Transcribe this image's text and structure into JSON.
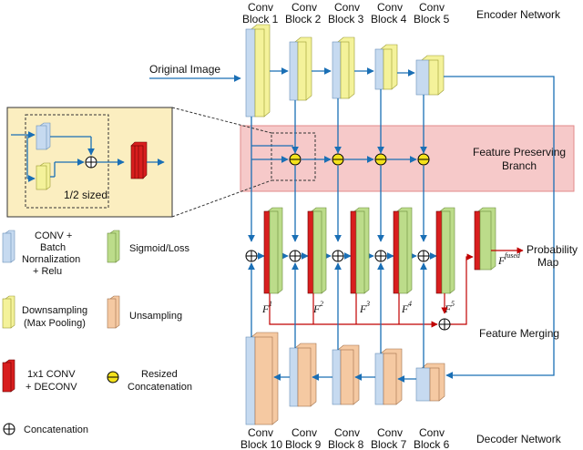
{
  "encoder": {
    "title": "Encoder Network",
    "blocks": [
      {
        "line1": "Conv",
        "line2": "Block 1"
      },
      {
        "line1": "Conv",
        "line2": "Block 2"
      },
      {
        "line1": "Conv",
        "line2": "Block 3"
      },
      {
        "line1": "Conv",
        "line2": "Block 4"
      },
      {
        "line1": "Conv",
        "line2": "Block 5"
      }
    ]
  },
  "decoder": {
    "title": "Decoder Network",
    "blocks": [
      {
        "line1": "Conv",
        "line2": "Block 10"
      },
      {
        "line1": "Conv",
        "line2": "Block 9"
      },
      {
        "line1": "Conv",
        "line2": "Block 8"
      },
      {
        "line1": "Conv",
        "line2": "Block 7"
      },
      {
        "line1": "Conv",
        "line2": "Block 6"
      }
    ]
  },
  "input_label": "Original Image",
  "branch": {
    "line1": "Feature Preserving",
    "line2": "Branch"
  },
  "inset_label": "1/2 sized",
  "feature_labels": {
    "base": "F",
    "sups": [
      "1",
      "2",
      "3",
      "4",
      "5"
    ],
    "fused_sup": "fused"
  },
  "output": {
    "line1": "Probability",
    "line2": "Map"
  },
  "merging_label": "Feature Merging",
  "legend": {
    "conv": {
      "line1": "CONV +",
      "line2": "Batch",
      "line3": "Nornalization",
      "line4": "+ Relu"
    },
    "sigmoid": "Sigmoid/Loss",
    "down": {
      "line1": "Downsampling",
      "line2": "(Max Pooling)"
    },
    "up": "Unsampling",
    "deconv": {
      "line1": "1x1 CONV",
      "line2": "+ DECONV"
    },
    "resized": {
      "line1": "Resized",
      "line2": "Concatenation"
    },
    "concat": "Concatenation"
  },
  "colors": {
    "conv": "#c6daf0",
    "down": "#f4f29a",
    "sigmoid": "#bcdc8a",
    "up": "#f5c9a2",
    "red": "#d81e1e",
    "arrow": "#1a6fb5",
    "merge": "#c00000",
    "branch": "#f6c9c9",
    "inset": "#fbeec0"
  }
}
